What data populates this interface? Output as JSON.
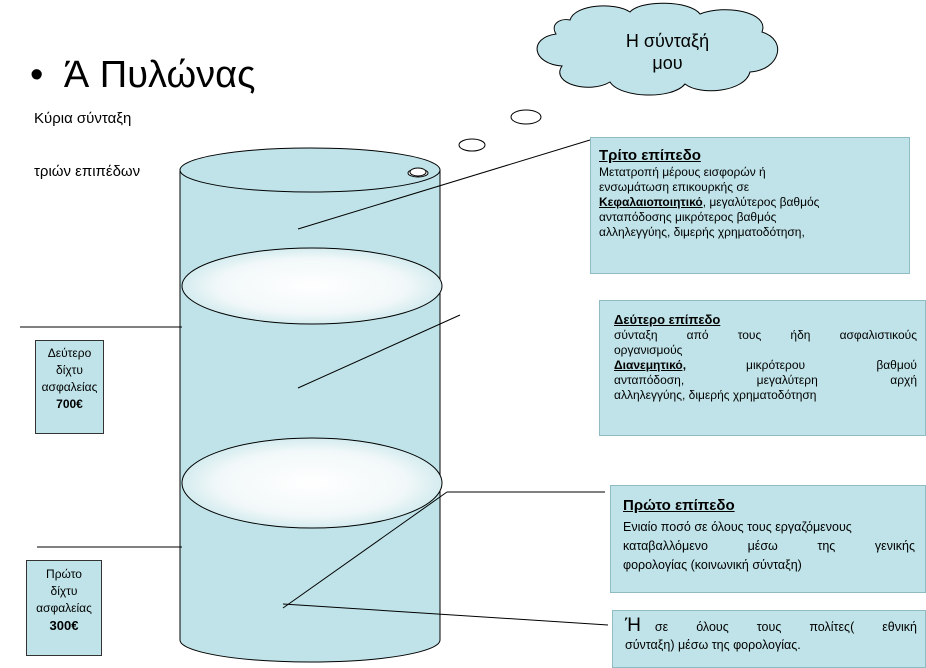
{
  "title": {
    "bullet": "•",
    "text": "Ά Πυλώνας"
  },
  "subtitle_line1": "Κύρια σύνταξη",
  "subtitle_line2": "τριών επιπέδων",
  "cloud_text": [
    "Η σύνταξή",
    "μου"
  ],
  "third_level": {
    "heading": "Τρίτο επίπεδο",
    "line1": "Μετατροπή μέρους εισφορών ή",
    "line2": "ενσωμάτωση επικουρκής σε",
    "keyword": "Κεφαλαιοποιητικό",
    "line3_rest": ", μεγαλύτερος βαθμός",
    "line4": "ανταπόδοσης μικρότερος βαθμός",
    "line5": "αλληλεγγύης, διμερής χρηματοδότηση,"
  },
  "second_level": {
    "heading": "Δεύτερο επίπεδο",
    "line1": "σύνταξη από τους ήδη ασφαλιστικούς",
    "line2": "οργανισμούς",
    "keyword": "Διανεμητικό,",
    "line3_rest": "μικρότερου βαθμού",
    "line4": "ανταπόδοση, μεγαλύτερη αρχή",
    "line5": "αλληλεγγύης, διμερής χρηματοδότηση"
  },
  "first_level": {
    "heading": "Πρώτο επίπεδο",
    "line1": "Ενιαίο ποσό σε όλους τους εργαζόμενους",
    "line2": "καταβαλλόμενο μέσω της γενικής",
    "line3": "φορολογίας (κοινωνική σύνταξη)"
  },
  "or_box": {
    "big_letter": "Ή",
    "line1_rest": "σε όλους τους πολίτες( εθνική",
    "line2": "σύνταξη) μέσω της φορολογίας."
  },
  "second_net": {
    "lines": [
      "Δεύτερο",
      "δίχτυ",
      "ασφαλείας"
    ],
    "amount": "700€"
  },
  "first_net": {
    "lines": [
      "Πρώτο",
      "δίχτυ",
      "ασφαλείας"
    ],
    "amount": "300€"
  },
  "colors": {
    "cylinder_fill": "#bfe3e8",
    "box_fill": "#bfe3e8",
    "stroke": "#000000"
  }
}
